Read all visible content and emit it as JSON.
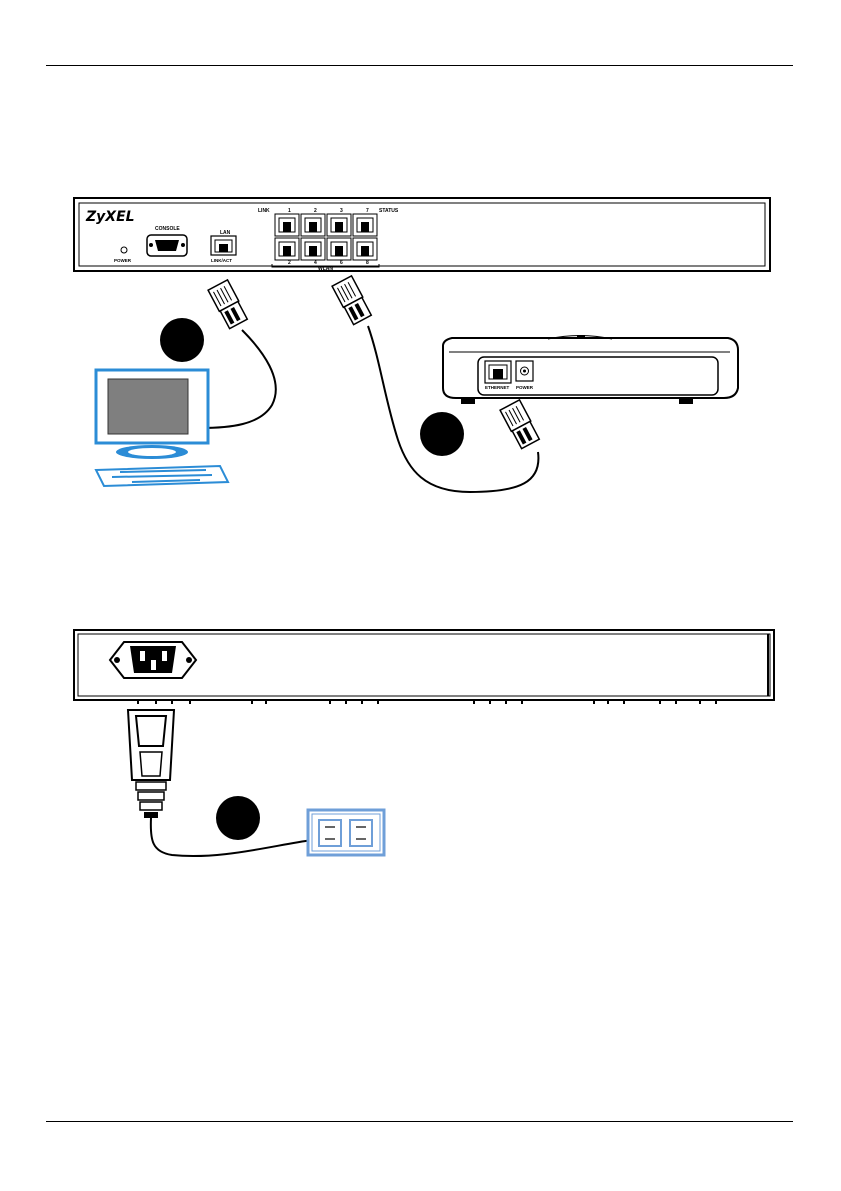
{
  "rear_panel": {
    "brand": "ZyXEL",
    "console_label": "CONSOLE",
    "power_label": "POWER",
    "lan_label": "LAN",
    "lan_sub_label": "LINK/ACT",
    "link_label": "LINK",
    "status_label": "STATUS",
    "wlan_label": "WLAN",
    "top_port_numbers": [
      "1",
      "2",
      "3",
      "7"
    ],
    "bottom_port_numbers": [
      "2",
      "4",
      "6",
      "8"
    ]
  },
  "access_point": {
    "ethernet_label": "ETHERNET",
    "power_label": "POWER"
  },
  "colors": {
    "screen": "#7f7f7f",
    "computer_blue": "#2b8cd6",
    "outlet_blue": "#6f9fd8"
  }
}
